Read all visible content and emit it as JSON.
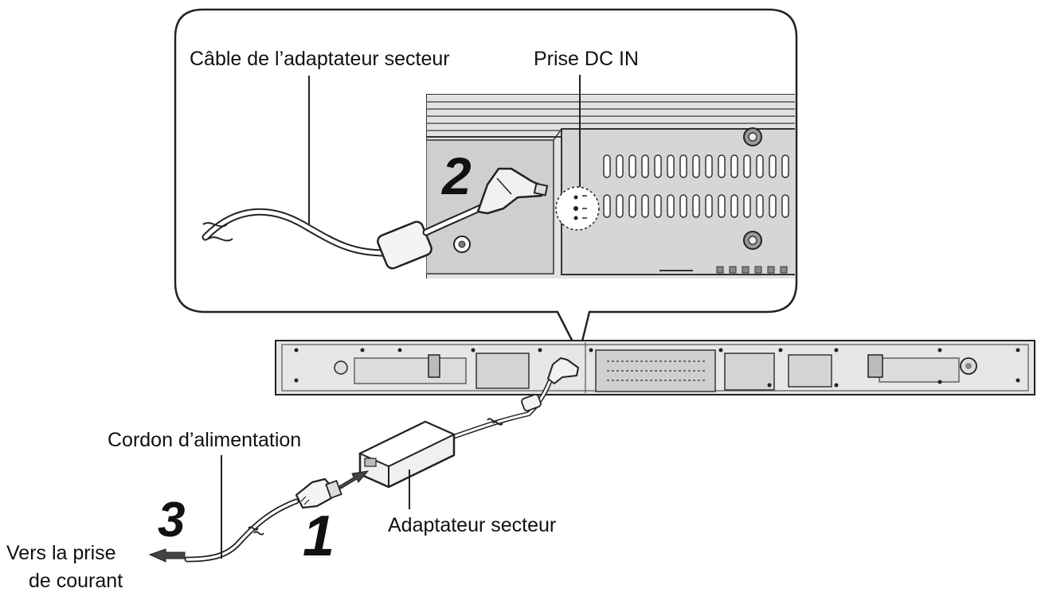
{
  "labels": {
    "adapter_cable": "Câble de l’adaptateur secteur",
    "dc_in_jack": "Prise DC IN",
    "power_cord": "Cordon d’alimentation",
    "ac_adapter": "Adaptateur secteur",
    "to_outlet_line1": "Vers la prise",
    "to_outlet_line2": "de courant"
  },
  "steps": {
    "step1": "1",
    "step2": "2",
    "step3": "3"
  },
  "colors": {
    "line": "#222222",
    "device_fill": "#e6e6e6",
    "panel_fill": "#d4d4d4"
  }
}
